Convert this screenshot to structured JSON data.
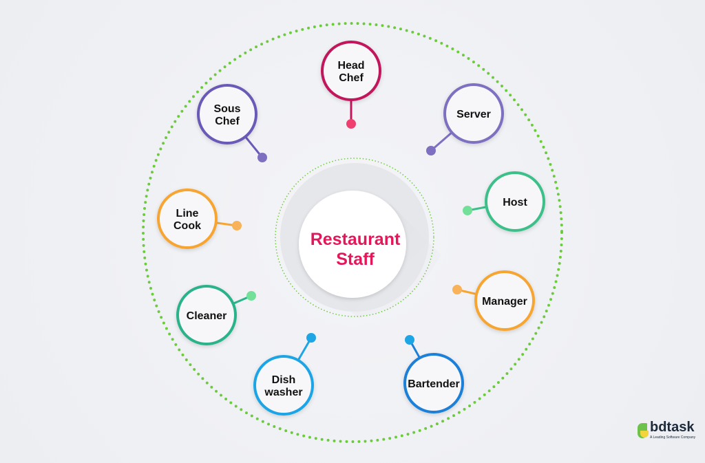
{
  "center": {
    "line1": "Restaurant",
    "line2": "Staff",
    "color": "#e3185a"
  },
  "nodes": [
    {
      "id": "head-chef",
      "lines": [
        "Head",
        "Chef"
      ],
      "color": "#c2185b",
      "dot": "#ef3f6e"
    },
    {
      "id": "server",
      "lines": [
        "Server"
      ],
      "color": "#7e6fc0",
      "dot": "#7e6fc0"
    },
    {
      "id": "sous-chef",
      "lines": [
        "Sous",
        "Chef"
      ],
      "color": "#6a5ab8",
      "dot": "#7e6fc0"
    },
    {
      "id": "line-cook",
      "lines": [
        "Line",
        "Cook"
      ],
      "color": "#f7a531",
      "dot": "#f7b25a"
    },
    {
      "id": "host",
      "lines": [
        "Host"
      ],
      "color": "#3cbf8a",
      "dot": "#73e09a"
    },
    {
      "id": "manager",
      "lines": [
        "Manager"
      ],
      "color": "#f7a531",
      "dot": "#f7b25a"
    },
    {
      "id": "cleaner",
      "lines": [
        "Cleaner"
      ],
      "color": "#2bb38a",
      "dot": "#73e09a"
    },
    {
      "id": "dishwasher",
      "lines": [
        "Dish",
        "washer"
      ],
      "color": "#1ea5e6",
      "dot": "#1ea5e6"
    },
    {
      "id": "bartender",
      "lines": [
        "Bartender"
      ],
      "color": "#1e7fd8",
      "dot": "#1ea5e6"
    }
  ],
  "ring_color": "#6ccb3c",
  "logo": {
    "name": "bdtask",
    "tagline": "A Leading Software Company"
  }
}
